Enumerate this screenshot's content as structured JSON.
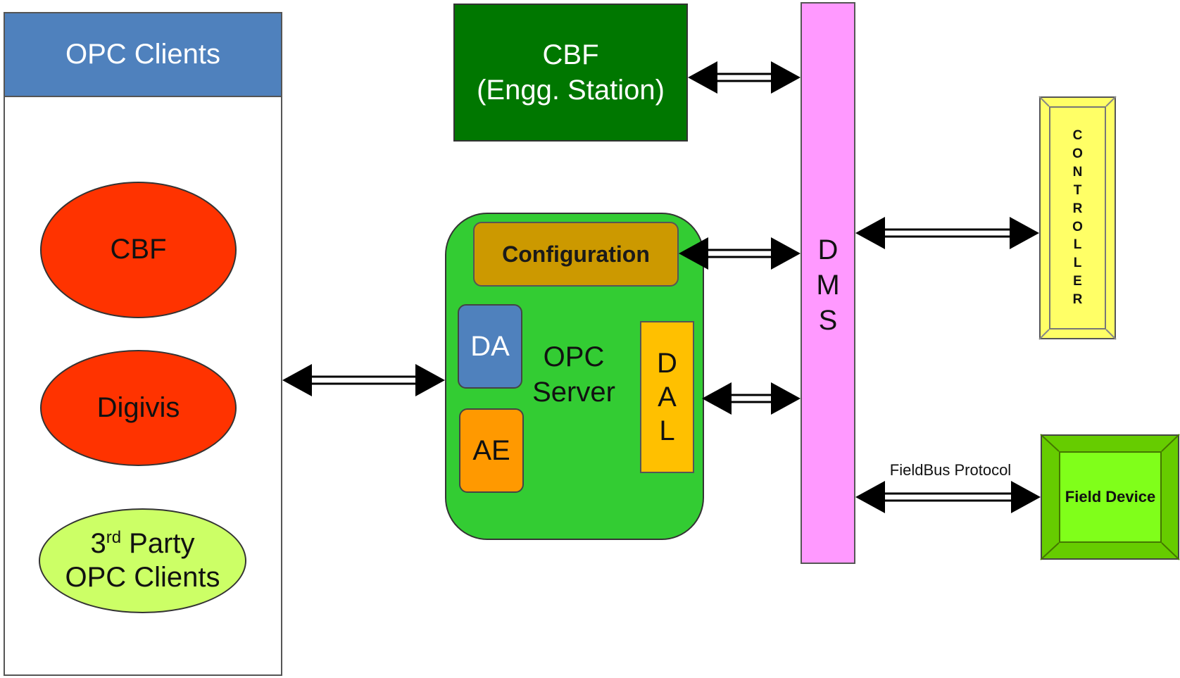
{
  "clients_panel": {
    "header": "OPC Clients",
    "ellipses": [
      {
        "label": "CBF",
        "color": "#ff3300"
      },
      {
        "label": "Digivis",
        "color": "#ff3300"
      },
      {
        "label_base": "3",
        "label_sup": "rd",
        "label_rest": " Party",
        "label_line2": "OPC Clients",
        "color": "#ccff66"
      }
    ]
  },
  "engg_station": {
    "line1": "CBF",
    "line2": "(Engg. Station)"
  },
  "opc_server": {
    "configuration": "Configuration",
    "da": "DA",
    "ae": "AE",
    "label_line1": "OPC",
    "label_line2": "Server",
    "dal_letters": [
      "D",
      "A",
      "L"
    ]
  },
  "dms": {
    "letters": [
      "D",
      "M",
      "S"
    ]
  },
  "controller": {
    "letters": [
      "C",
      "O",
      "N",
      "T",
      "R",
      "O",
      "L",
      "L",
      "E",
      "R"
    ]
  },
  "field_device": {
    "label": "Field Device"
  },
  "fieldbus_label": "FieldBus Protocol",
  "colors": {
    "clients_header": "#4f81bd",
    "engg_station": "#007700",
    "opc_server": "#33cc33",
    "configuration": "#cc9900",
    "da": "#4f81bd",
    "ae": "#ff9900",
    "dal": "#ffc000",
    "dms": "#ff99ff",
    "controller": "#ffff66",
    "field_device": "#66cc00"
  }
}
